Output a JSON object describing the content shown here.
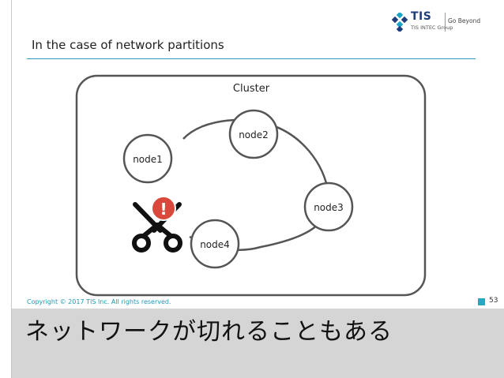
{
  "slide": {
    "subtitle": "In the case of network partitions",
    "caption": "ネットワークが切れることもある",
    "footer_copyright": "Copyright © 2017 TIS Inc. All rights reserved.",
    "page_number": "53"
  },
  "logo": {
    "brand": "TIS",
    "group": "TIS INTEC Group",
    "tagline": "Go Beyond"
  },
  "diagram": {
    "cluster_label": "Cluster",
    "nodes": [
      "node1",
      "node2",
      "node3",
      "node4"
    ],
    "partition_icon": "scissors-icon",
    "warning_badge_text": "!"
  },
  "colors": {
    "accent": "#2a9fb8",
    "warning": "#d9483b",
    "node_border": "#555555"
  }
}
